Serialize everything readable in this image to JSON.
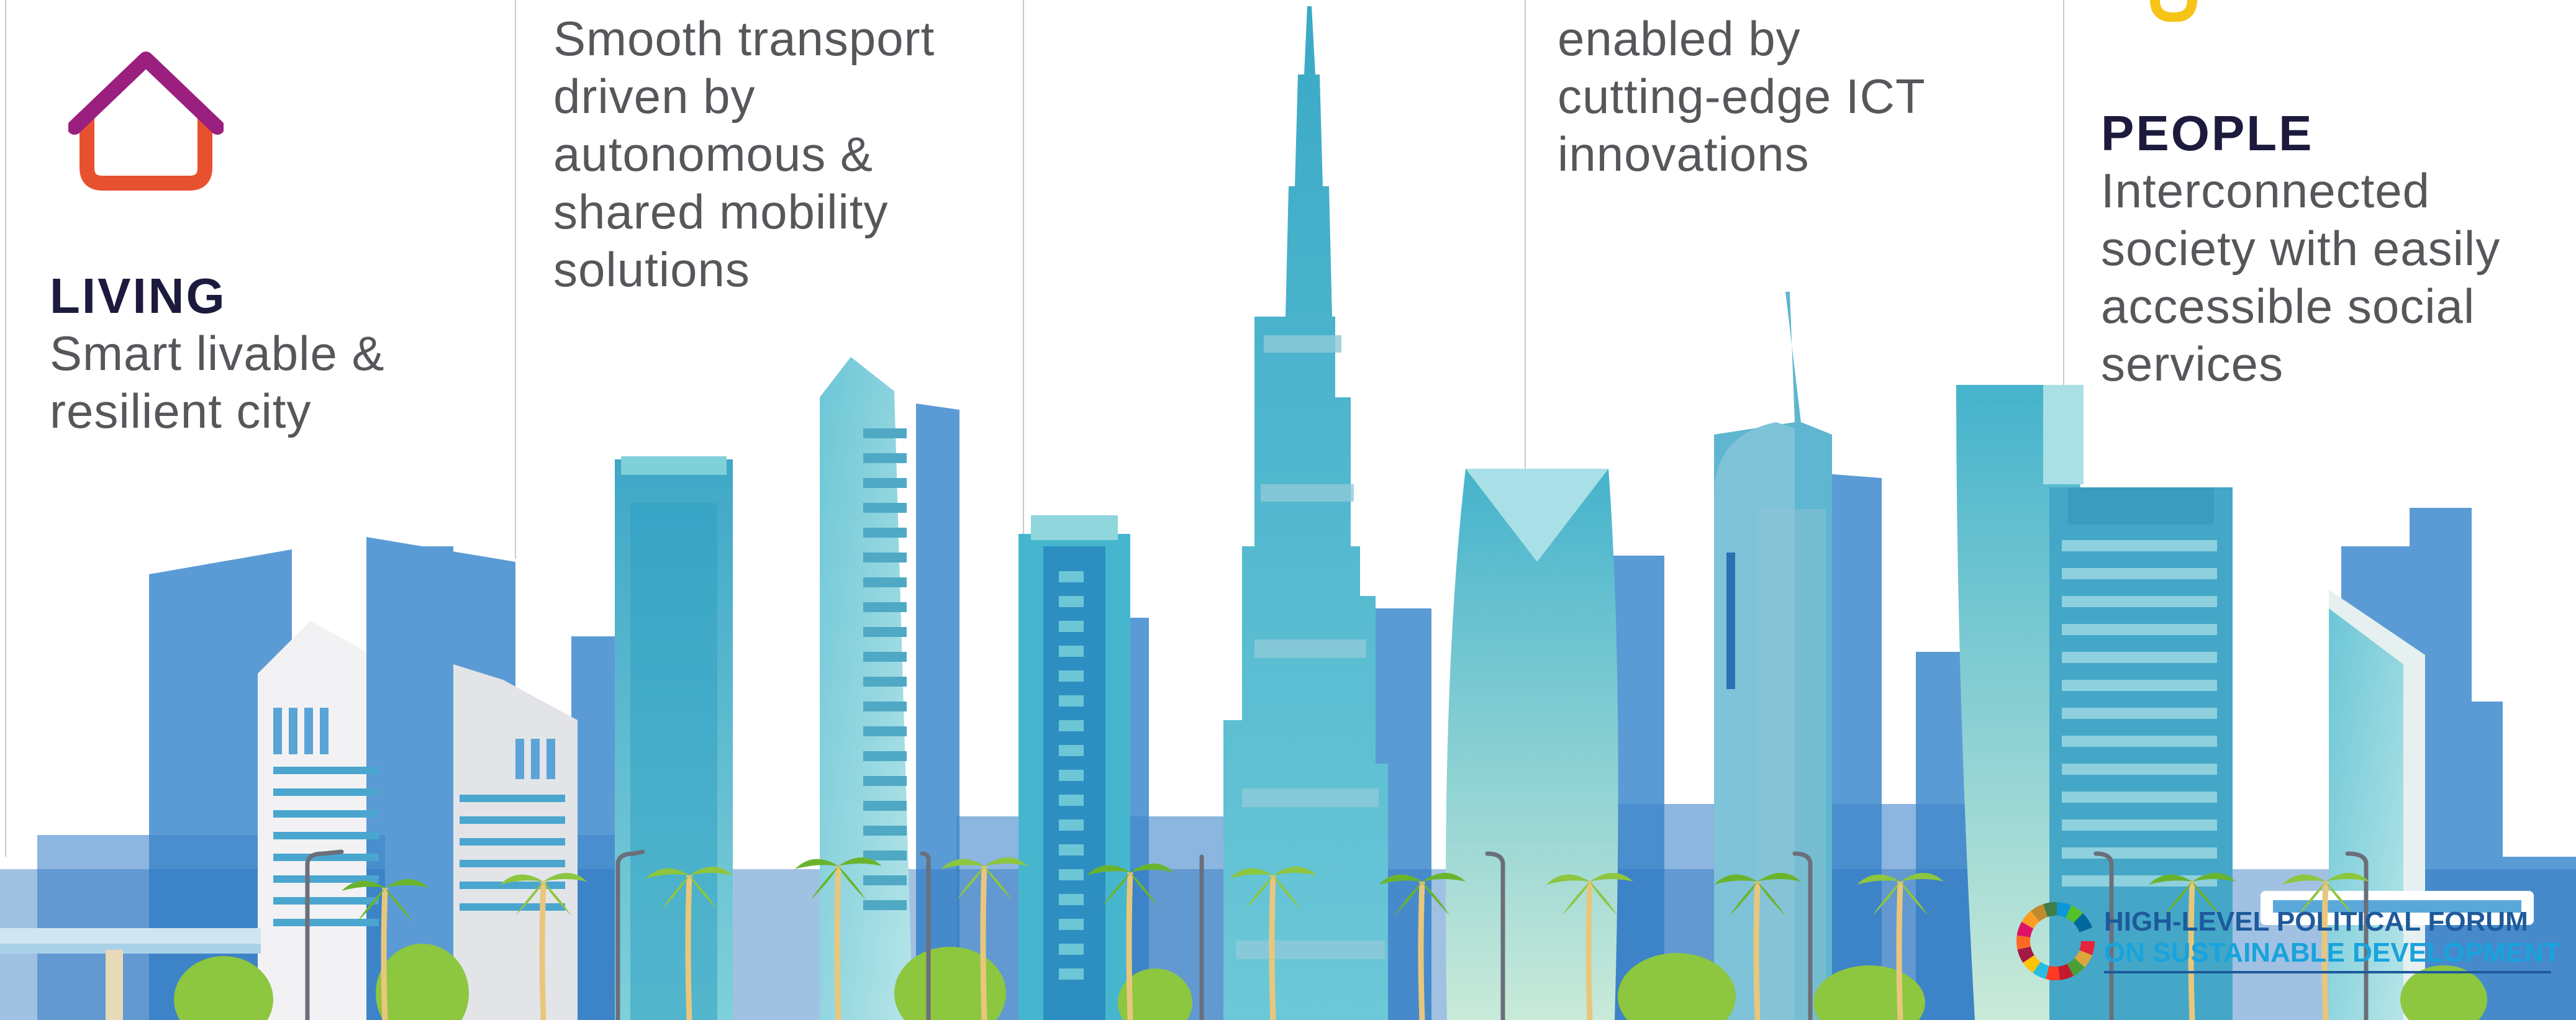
{
  "columns": [
    {
      "id": "living",
      "title": "LIVING",
      "lines": [
        "Smart livable &",
        "resilient city"
      ]
    },
    {
      "id": "mobility",
      "title": "",
      "lines": [
        "Smooth transport",
        "driven by",
        "autonomous &",
        "shared mobility",
        "solutions"
      ]
    },
    {
      "id": "economy",
      "title": "",
      "lines": []
    },
    {
      "id": "governance",
      "title": "",
      "lines": [
        "enabled by",
        "cutting-edge ICT",
        "innovations"
      ]
    },
    {
      "id": "people",
      "title": "PEOPLE",
      "lines": [
        "Interconnected",
        "society with easily",
        "accessible social",
        "services"
      ]
    }
  ],
  "icons": {
    "home": "home-icon",
    "people_partial": "people-icon"
  },
  "logo": {
    "line1": "HIGH-LEVEL POLITICAL FORUM",
    "line2": "ON SUSTAINABLE DEVELOPMENT"
  },
  "colors": {
    "title": "#1c1b3d",
    "body_text": "#55575b",
    "home_roof": "#9b1f7f",
    "home_base": "#e8512f",
    "people_icon": "#f6c417",
    "sky_blue": "#5b9bd5",
    "teal": "#3fb0c9",
    "palm_green": "#8dc63f",
    "logo_dark": "#1e5a9b",
    "logo_light": "#18a3dc"
  }
}
